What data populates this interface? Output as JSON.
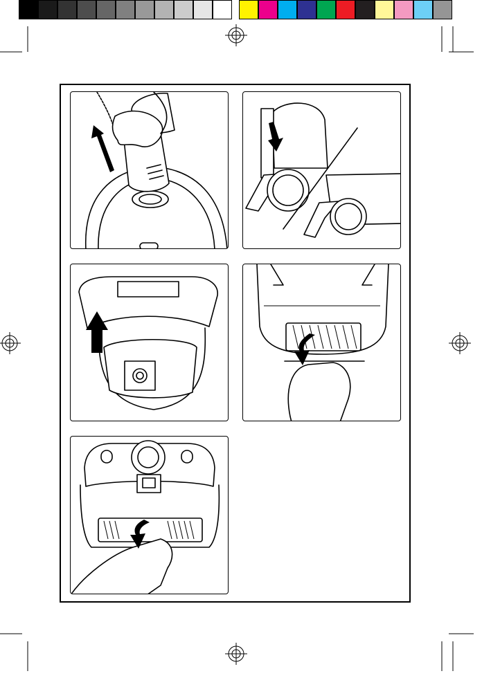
{
  "print_marks": {
    "swatch_colors": {
      "grayscale": [
        "#000000",
        "#1a1a1a",
        "#333333",
        "#4d4d4d",
        "#666666",
        "#808080",
        "#999999",
        "#b3b3b3",
        "#cccccc",
        "#e6e6e6",
        "#ffffff"
      ],
      "process": [
        "#fff200",
        "#ec008c",
        "#00aeef",
        "#2e3192",
        "#00a651",
        "#ed1c24",
        "#231f20",
        "#fff799",
        "#f49ac1",
        "#6dcff6",
        "#959595"
      ]
    },
    "registration_icon": "registration-target-icon",
    "crop_icon": "crop-mark-icon"
  },
  "figures": [
    {
      "id": "fig1",
      "icon": "hose-removal-illustration",
      "arrow": "up"
    },
    {
      "id": "fig2",
      "icon": "lid-lock-illustration",
      "arrow": "down"
    },
    {
      "id": "fig3",
      "icon": "open-lid-bag-illustration",
      "arrow": "up"
    },
    {
      "id": "fig4",
      "icon": "filter-removal-illustration",
      "arrow": "curved-down"
    },
    {
      "id": "fig5",
      "icon": "front-filter-removal-illustration",
      "arrow": "curved-down"
    }
  ],
  "colors": {
    "line": "#000000",
    "background": "#ffffff"
  }
}
